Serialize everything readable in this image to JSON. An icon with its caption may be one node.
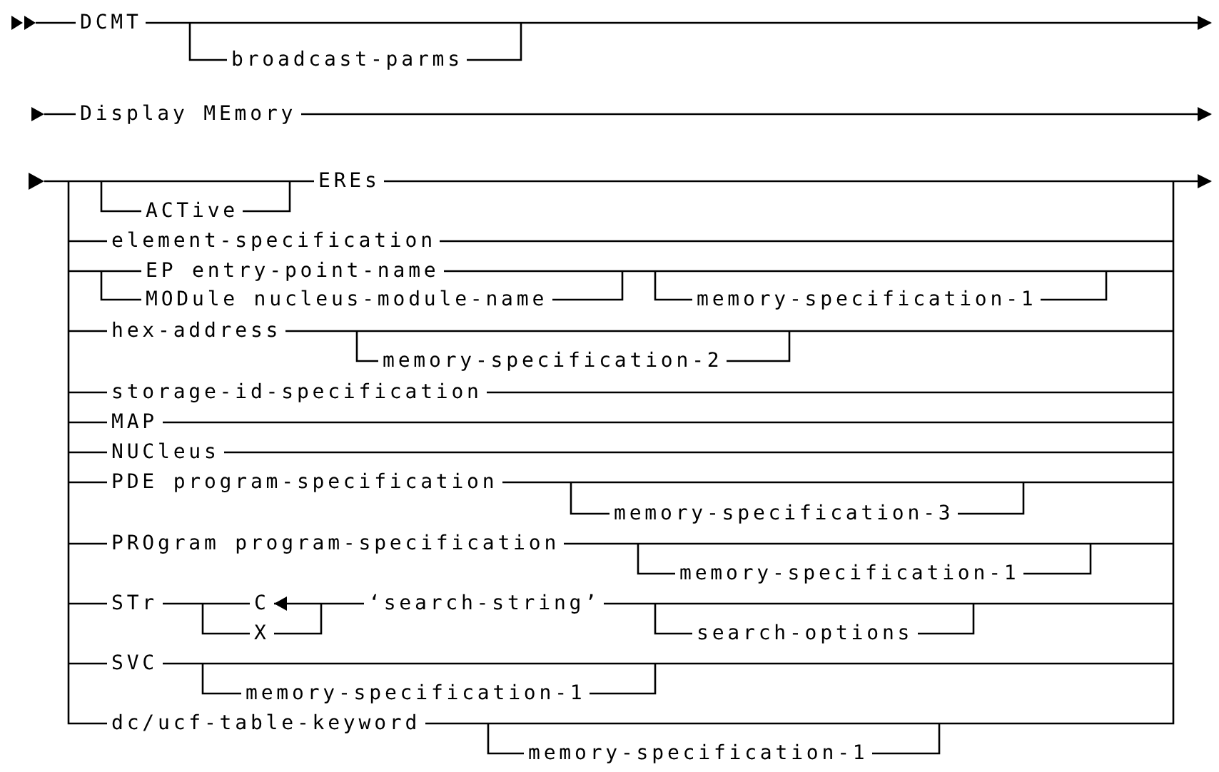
{
  "diagram": {
    "labels": [
      "DCMT",
      "broadcast-parms",
      "Display MEmory",
      "EREs",
      "ACTive",
      "element-specification",
      "EP entry-point-name",
      "MODule nucleus-module-name",
      "memory-specification-1",
      "hex-address",
      "memory-specification-2",
      "storage-id-specification",
      "MAP",
      "NUCleus",
      "PDE program-specification",
      "memory-specification-3",
      "PROgram program-specification",
      "memory-specification-1",
      "STr",
      "C",
      "‘search-string’",
      "X",
      "search-options",
      "SVC",
      "memory-specification-1",
      "dc/ucf-table-keyword",
      "memory-specification-1"
    ]
  }
}
